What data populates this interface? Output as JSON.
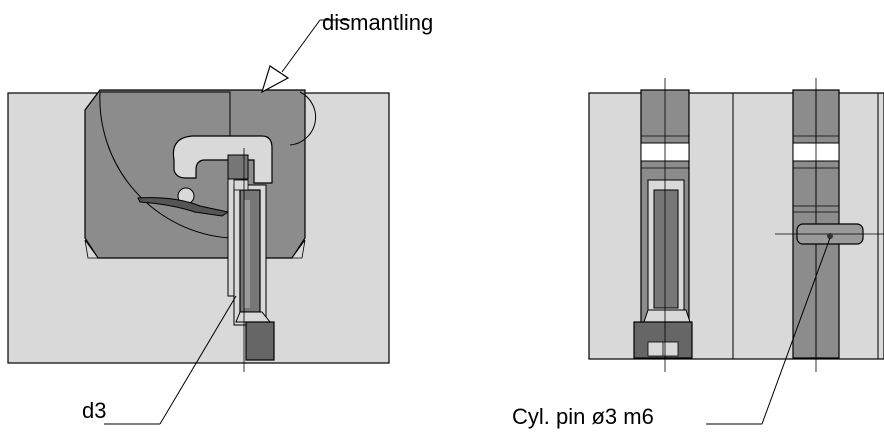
{
  "labels": {
    "dismantling": "dismantling",
    "d3": "d3",
    "pin": "Cyl. pin ø3 m6"
  },
  "colors": {
    "background": "#ffffff",
    "plate_fill": "#d9d9d9",
    "part_fill": "#8c8c8c",
    "dark_fill": "#666666",
    "line": "#000000"
  }
}
